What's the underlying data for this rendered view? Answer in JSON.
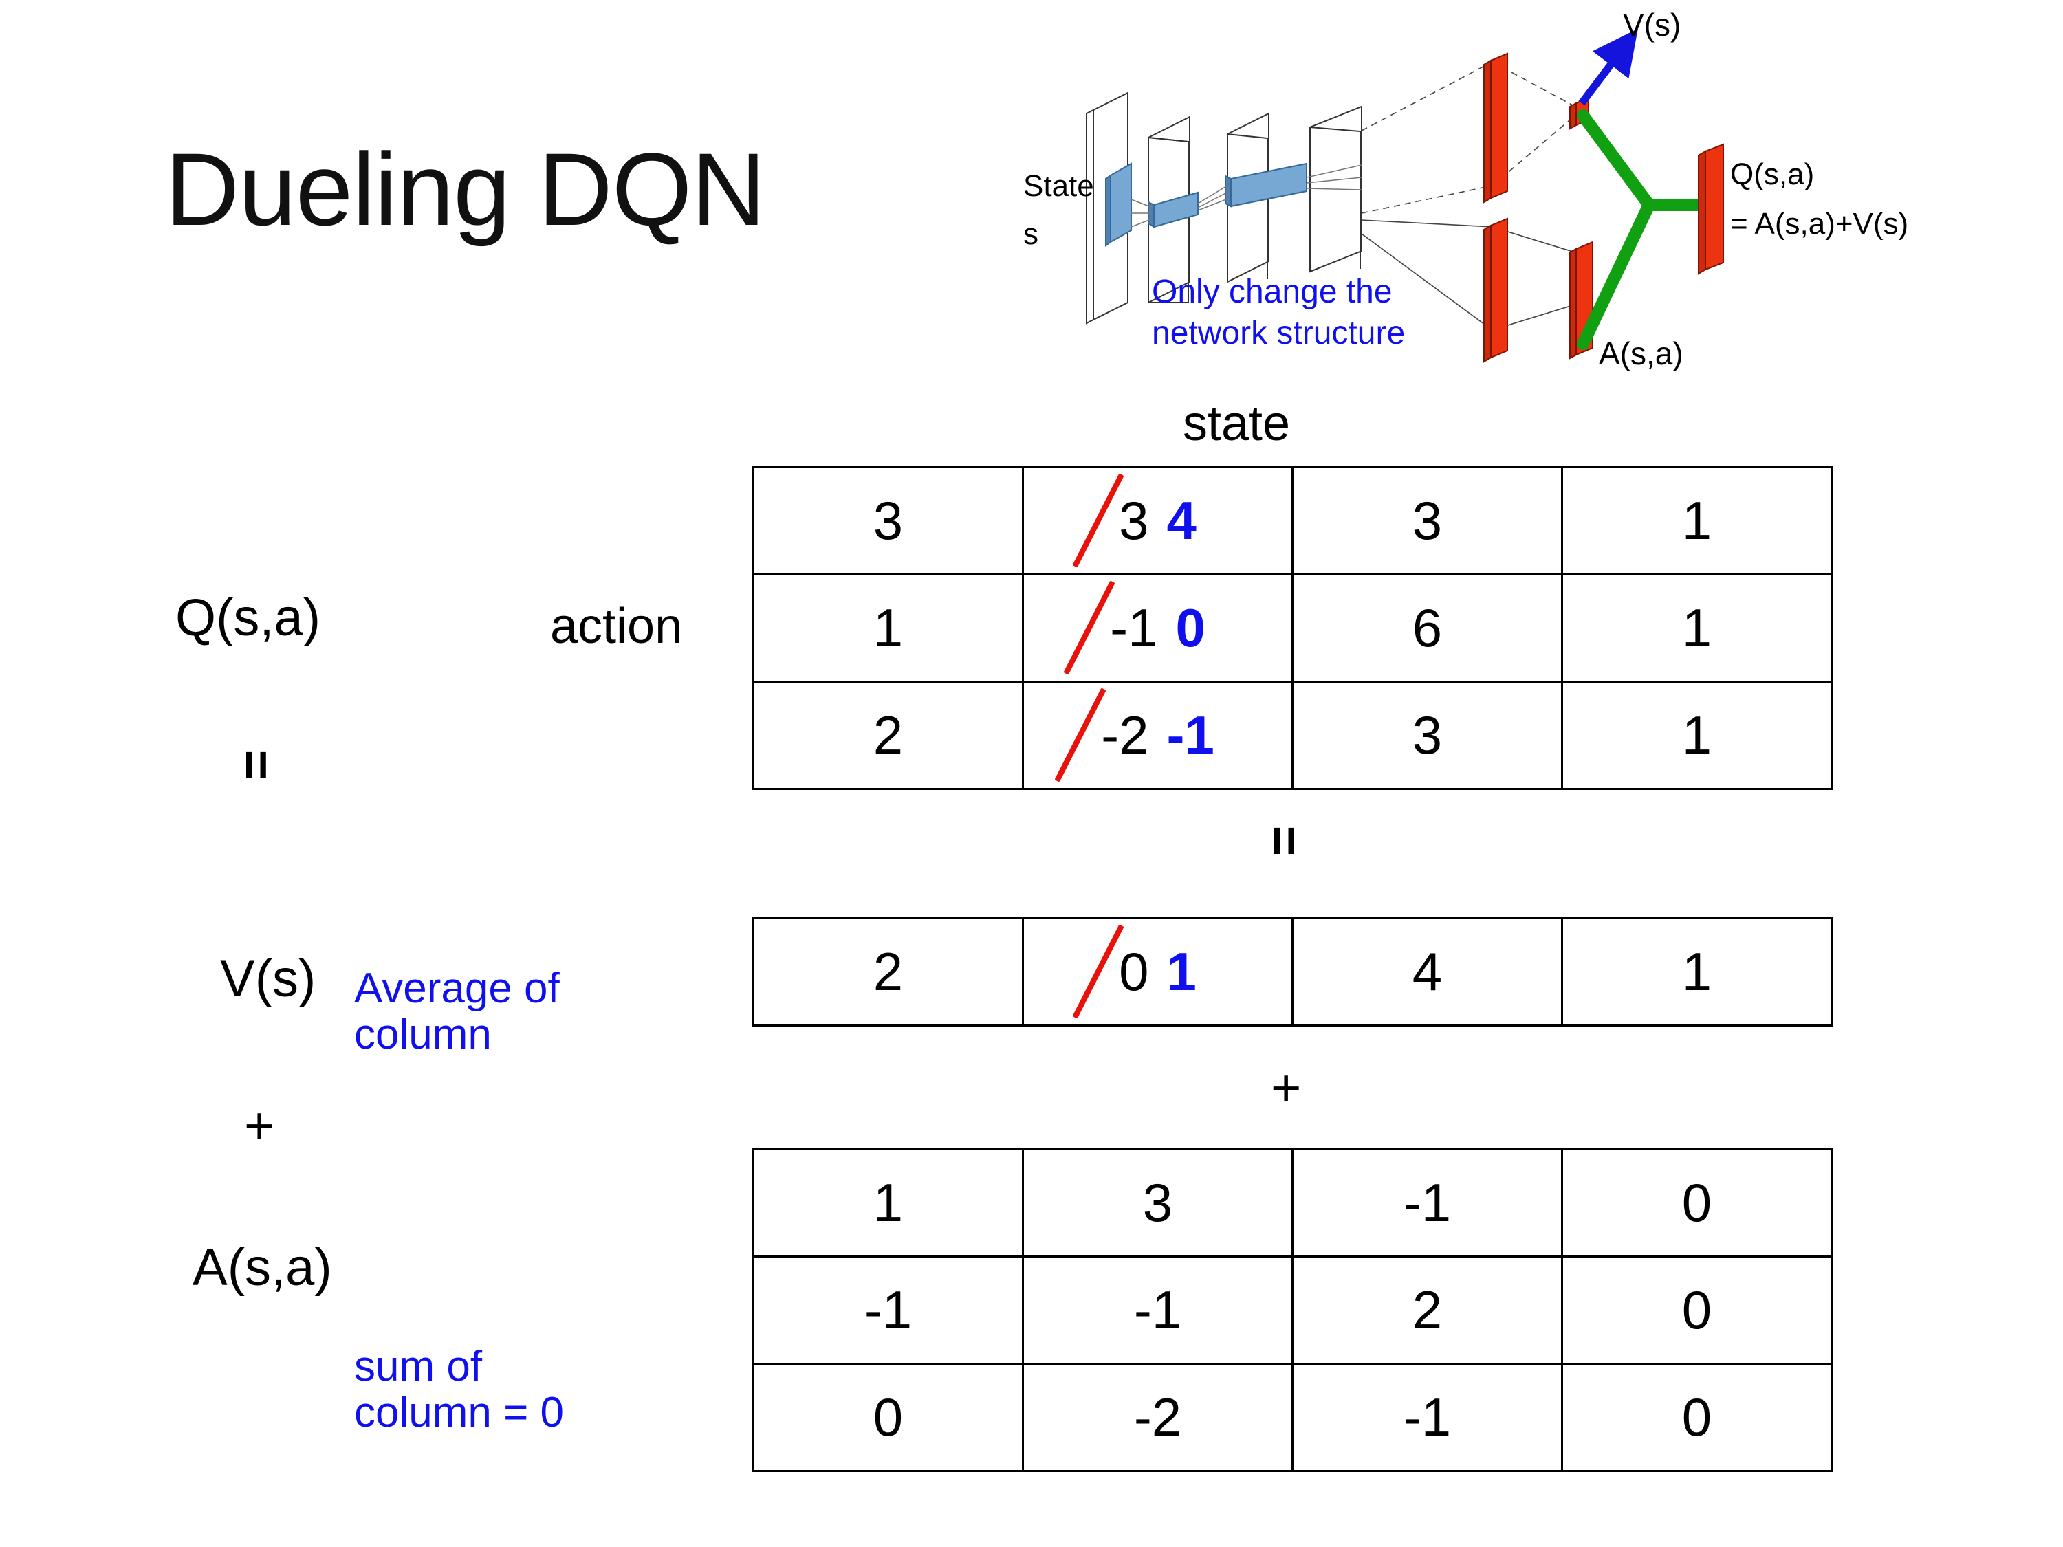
{
  "slide": {
    "title": "Dueling DQN"
  },
  "figure": {
    "state_label_line1": "State",
    "state_label_line2": "s",
    "note": "Only change the\nnetwork structure",
    "note_line1": "Only change the",
    "note_line2": "network structure",
    "v_output_label": "V(s)",
    "a_output_label": "A(s,a)",
    "q_output_label_line1": "Q(s,a)",
    "q_output_label_line2": "= A(s,a)+V(s)",
    "colors": {
      "note_blue": "#1010ee",
      "arrow_blue": "#1414dd",
      "bar_red": "#ee3311",
      "merge_green": "#11a011",
      "conv_blue": "#6699cc"
    }
  },
  "labels": {
    "state": "state",
    "action": "action",
    "q": "Q(s,a)",
    "v": "V(s)",
    "a": "A(s,a)",
    "equals": "=",
    "plus": "+"
  },
  "notes": {
    "average_line1": "Average of",
    "average_line2": "column",
    "sum_line1": "sum of",
    "sum_line2": "column = 0"
  },
  "colors": {
    "strike_red": "#e8120b",
    "new_value_blue": "#1010ee",
    "text_black": "#000000"
  },
  "chart_data": {
    "type": "table",
    "title": "Dueling DQN decomposition Q(s,a) = V(s) + A(s,a)",
    "columns_axis": "state",
    "rows_axis": "action",
    "n_states": 4,
    "n_actions": 3,
    "tables": [
      {
        "name": "Q(s,a)",
        "rows": [
          [
            {
              "value": "3"
            },
            {
              "value": "3",
              "struck": true,
              "replacement": "4"
            },
            {
              "value": "3"
            },
            {
              "value": "1"
            }
          ],
          [
            {
              "value": "1"
            },
            {
              "value": "-1",
              "struck": true,
              "replacement": "0"
            },
            {
              "value": "6"
            },
            {
              "value": "1"
            }
          ],
          [
            {
              "value": "2"
            },
            {
              "value": "-2",
              "struck": true,
              "replacement": "-1"
            },
            {
              "value": "3"
            },
            {
              "value": "1"
            }
          ]
        ]
      },
      {
        "name": "V(s)",
        "rows": [
          [
            {
              "value": "2"
            },
            {
              "value": "0",
              "struck": true,
              "replacement": "1"
            },
            {
              "value": "4"
            },
            {
              "value": "1"
            }
          ]
        ]
      },
      {
        "name": "A(s,a)",
        "rows": [
          [
            {
              "value": "1"
            },
            {
              "value": "3"
            },
            {
              "value": "-1"
            },
            {
              "value": "0"
            }
          ],
          [
            {
              "value": "-1"
            },
            {
              "value": "-1"
            },
            {
              "value": "2"
            },
            {
              "value": "0"
            }
          ],
          [
            {
              "value": "0"
            },
            {
              "value": "-2"
            },
            {
              "value": "-1"
            },
            {
              "value": "0"
            }
          ]
        ]
      }
    ]
  }
}
